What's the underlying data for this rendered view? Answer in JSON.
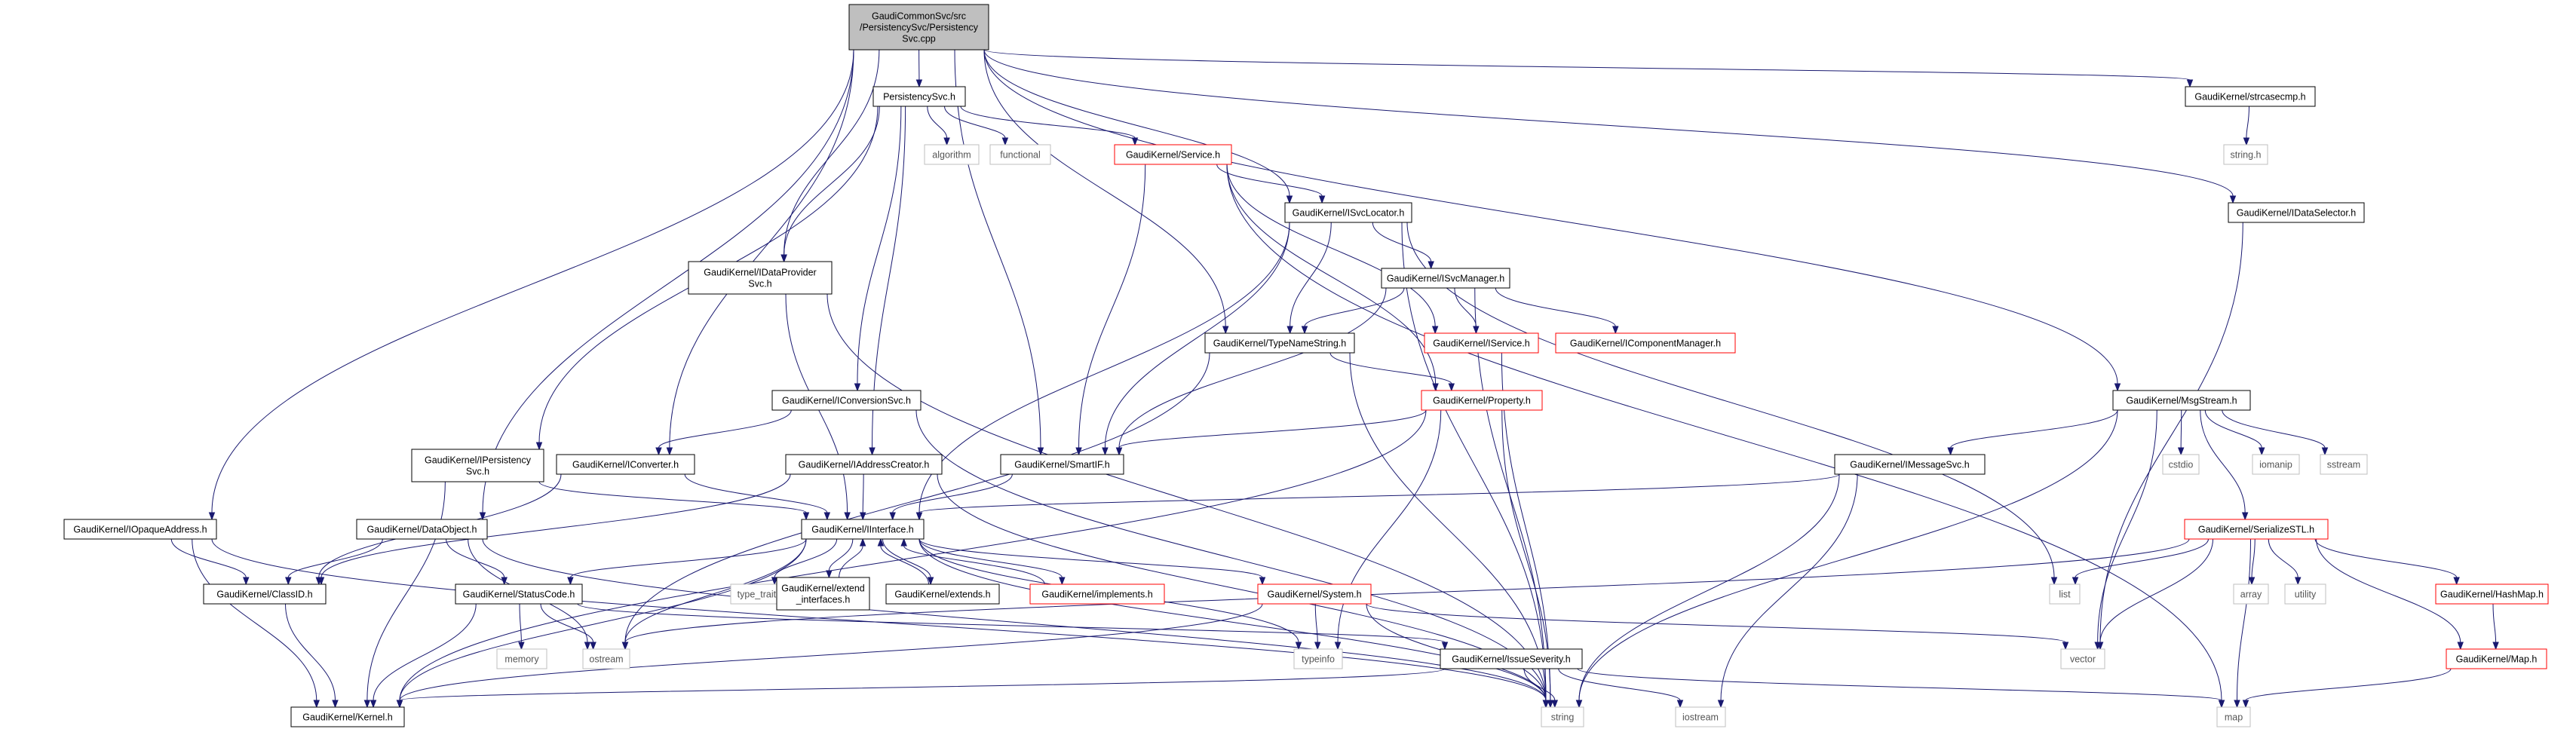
{
  "colors": {
    "edge": "#191970",
    "normal_border": "#000000",
    "missing_border": "#ff0000",
    "leaf_border": "#bfbfbf",
    "root_fill": "#bfbfbf",
    "fill": "#ffffff"
  },
  "nodes": [
    {
      "id": "root",
      "label": [
        "GaudiCommonSvc/src",
        "/PersistencySvc/Persistency",
        "Svc.cpp"
      ],
      "kind": "root"
    },
    {
      "id": "psvc",
      "label": [
        "PersistencySvc.h"
      ],
      "kind": "normal"
    },
    {
      "id": "strcasecmp",
      "label": [
        "GaudiKernel/strcasecmp.h"
      ],
      "kind": "normal"
    },
    {
      "id": "stringh",
      "label": [
        "string.h"
      ],
      "kind": "leaf"
    },
    {
      "id": "idatasel",
      "label": [
        "GaudiKernel/IDataSelector.h"
      ],
      "kind": "normal"
    },
    {
      "id": "algorithm",
      "label": [
        "algorithm"
      ],
      "kind": "leaf"
    },
    {
      "id": "functional",
      "label": [
        "functional"
      ],
      "kind": "leaf"
    },
    {
      "id": "service",
      "label": [
        "GaudiKernel/Service.h"
      ],
      "kind": "missing"
    },
    {
      "id": "isvcloc",
      "label": [
        "GaudiKernel/ISvcLocator.h"
      ],
      "kind": "normal"
    },
    {
      "id": "idataprov",
      "label": [
        "GaudiKernel/IDataProvider",
        "Svc.h"
      ],
      "kind": "normal"
    },
    {
      "id": "isvcmgr",
      "label": [
        "GaudiKernel/ISvcManager.h"
      ],
      "kind": "normal"
    },
    {
      "id": "typename",
      "label": [
        "GaudiKernel/TypeNameString.h"
      ],
      "kind": "normal"
    },
    {
      "id": "iservice",
      "label": [
        "GaudiKernel/IService.h"
      ],
      "kind": "missing"
    },
    {
      "id": "icompmgr",
      "label": [
        "GaudiKernel/IComponentManager.h"
      ],
      "kind": "missing"
    },
    {
      "id": "iconvsvc",
      "label": [
        "GaudiKernel/IConversionSvc.h"
      ],
      "kind": "normal"
    },
    {
      "id": "property",
      "label": [
        "GaudiKernel/Property.h"
      ],
      "kind": "missing"
    },
    {
      "id": "msgstream",
      "label": [
        "GaudiKernel/MsgStream.h"
      ],
      "kind": "normal"
    },
    {
      "id": "ipersist",
      "label": [
        "GaudiKernel/IPersistency",
        "Svc.h"
      ],
      "kind": "normal"
    },
    {
      "id": "iconverter",
      "label": [
        "GaudiKernel/IConverter.h"
      ],
      "kind": "normal"
    },
    {
      "id": "iaddr",
      "label": [
        "GaudiKernel/IAddressCreator.h"
      ],
      "kind": "normal"
    },
    {
      "id": "smartif",
      "label": [
        "GaudiKernel/SmartIF.h"
      ],
      "kind": "normal"
    },
    {
      "id": "imsgsvc",
      "label": [
        "GaudiKernel/IMessageSvc.h"
      ],
      "kind": "normal"
    },
    {
      "id": "cstdio",
      "label": [
        "cstdio"
      ],
      "kind": "leaf"
    },
    {
      "id": "iomanip",
      "label": [
        "iomanip"
      ],
      "kind": "leaf"
    },
    {
      "id": "sstream",
      "label": [
        "sstream"
      ],
      "kind": "leaf"
    },
    {
      "id": "iopaque",
      "label": [
        "GaudiKernel/IOpaqueAddress.h"
      ],
      "kind": "normal"
    },
    {
      "id": "dataobj",
      "label": [
        "GaudiKernel/DataObject.h"
      ],
      "kind": "normal"
    },
    {
      "id": "iinterface",
      "label": [
        "GaudiKernel/IInterface.h"
      ],
      "kind": "normal"
    },
    {
      "id": "serialize",
      "label": [
        "GaudiKernel/SerializeSTL.h"
      ],
      "kind": "missing"
    },
    {
      "id": "classid",
      "label": [
        "GaudiKernel/ClassID.h"
      ],
      "kind": "normal"
    },
    {
      "id": "statuscode",
      "label": [
        "GaudiKernel/StatusCode.h"
      ],
      "kind": "normal"
    },
    {
      "id": "typetraits",
      "label": [
        "type_traits"
      ],
      "kind": "leaf"
    },
    {
      "id": "extiface",
      "label": [
        "GaudiKernel/extend",
        "_interfaces.h"
      ],
      "kind": "normal"
    },
    {
      "id": "extends",
      "label": [
        "GaudiKernel/extends.h"
      ],
      "kind": "normal"
    },
    {
      "id": "implements",
      "label": [
        "GaudiKernel/implements.h"
      ],
      "kind": "missing"
    },
    {
      "id": "system",
      "label": [
        "GaudiKernel/System.h"
      ],
      "kind": "missing"
    },
    {
      "id": "list",
      "label": [
        "list"
      ],
      "kind": "leaf"
    },
    {
      "id": "array",
      "label": [
        "array"
      ],
      "kind": "leaf"
    },
    {
      "id": "utility",
      "label": [
        "utility"
      ],
      "kind": "leaf"
    },
    {
      "id": "hashmap",
      "label": [
        "GaudiKernel/HashMap.h"
      ],
      "kind": "missing"
    },
    {
      "id": "memory",
      "label": [
        "memory"
      ],
      "kind": "leaf"
    },
    {
      "id": "ostream",
      "label": [
        "ostream"
      ],
      "kind": "leaf"
    },
    {
      "id": "typeinfo",
      "label": [
        "typeinfo"
      ],
      "kind": "leaf"
    },
    {
      "id": "issuesev",
      "label": [
        "GaudiKernel/IssueSeverity.h"
      ],
      "kind": "normal"
    },
    {
      "id": "vector",
      "label": [
        "vector"
      ],
      "kind": "leaf"
    },
    {
      "id": "maph",
      "label": [
        "GaudiKernel/Map.h"
      ],
      "kind": "missing"
    },
    {
      "id": "kernel",
      "label": [
        "GaudiKernel/Kernel.h"
      ],
      "kind": "normal"
    },
    {
      "id": "string",
      "label": [
        "string"
      ],
      "kind": "leaf"
    },
    {
      "id": "iostream",
      "label": [
        "iostream"
      ],
      "kind": "leaf"
    },
    {
      "id": "map",
      "label": [
        "map"
      ],
      "kind": "leaf"
    }
  ],
  "edges": [
    [
      "root",
      "psvc"
    ],
    [
      "root",
      "strcasecmp"
    ],
    [
      "root",
      "idatasel"
    ],
    [
      "root",
      "isvcloc"
    ],
    [
      "root",
      "idataprov"
    ],
    [
      "root",
      "typename"
    ],
    [
      "root",
      "msgstream"
    ],
    [
      "root",
      "iconverter"
    ],
    [
      "root",
      "smartif"
    ],
    [
      "root",
      "iopaque"
    ],
    [
      "root",
      "dataobj"
    ],
    [
      "strcasecmp",
      "stringh"
    ],
    [
      "idatasel",
      "vector"
    ],
    [
      "psvc",
      "algorithm"
    ],
    [
      "psvc",
      "functional"
    ],
    [
      "psvc",
      "service"
    ],
    [
      "psvc",
      "idataprov"
    ],
    [
      "psvc",
      "iconvsvc"
    ],
    [
      "psvc",
      "ipersist"
    ],
    [
      "psvc",
      "iaddr"
    ],
    [
      "service",
      "isvcloc"
    ],
    [
      "service",
      "iservice"
    ],
    [
      "service",
      "smartif"
    ],
    [
      "service",
      "property"
    ],
    [
      "service",
      "map"
    ],
    [
      "isvcloc",
      "isvcmgr"
    ],
    [
      "isvcloc",
      "typename"
    ],
    [
      "isvcloc",
      "smartif"
    ],
    [
      "isvcloc",
      "iinterface"
    ],
    [
      "isvcloc",
      "string"
    ],
    [
      "isvcloc",
      "list"
    ],
    [
      "idataprov",
      "iinterface"
    ],
    [
      "idataprov",
      "string"
    ],
    [
      "isvcmgr",
      "iservice"
    ],
    [
      "isvcmgr",
      "icompmgr"
    ],
    [
      "isvcmgr",
      "typename"
    ],
    [
      "isvcmgr",
      "smartif"
    ],
    [
      "isvcmgr",
      "string"
    ],
    [
      "typename",
      "property"
    ],
    [
      "typename",
      "string"
    ],
    [
      "typename",
      "ostream"
    ],
    [
      "iservice",
      "string"
    ],
    [
      "property",
      "smartif"
    ],
    [
      "property",
      "string"
    ],
    [
      "property",
      "typeinfo"
    ],
    [
      "property",
      "kernel"
    ],
    [
      "iconvsvc",
      "iconverter"
    ],
    [
      "iconvsvc",
      "string"
    ],
    [
      "ipersist",
      "iinterface"
    ],
    [
      "ipersist",
      "kernel"
    ],
    [
      "iconverter",
      "iinterface"
    ],
    [
      "iconverter",
      "classid"
    ],
    [
      "iaddr",
      "iinterface"
    ],
    [
      "iaddr",
      "classid"
    ],
    [
      "iaddr",
      "string"
    ],
    [
      "smartif",
      "iinterface"
    ],
    [
      "msgstream",
      "imsgsvc"
    ],
    [
      "msgstream",
      "serialize"
    ],
    [
      "msgstream",
      "cstdio"
    ],
    [
      "msgstream",
      "iomanip"
    ],
    [
      "msgstream",
      "sstream"
    ],
    [
      "msgstream",
      "string"
    ],
    [
      "msgstream",
      "vector"
    ],
    [
      "imsgsvc",
      "iinterface"
    ],
    [
      "imsgsvc",
      "string"
    ],
    [
      "imsgsvc",
      "iostream"
    ],
    [
      "iopaque",
      "classid"
    ],
    [
      "iopaque",
      "kernel"
    ],
    [
      "iopaque",
      "string"
    ],
    [
      "dataobj",
      "classid"
    ],
    [
      "dataobj",
      "statuscode"
    ],
    [
      "dataobj",
      "string"
    ],
    [
      "dataobj",
      "ostream"
    ],
    [
      "iinterface",
      "statuscode"
    ],
    [
      "iinterface",
      "typetraits"
    ],
    [
      "iinterface",
      "extiface"
    ],
    [
      "iinterface",
      "extends"
    ],
    [
      "iinterface",
      "implements"
    ],
    [
      "iinterface",
      "system"
    ],
    [
      "iinterface",
      "typeinfo"
    ],
    [
      "iinterface",
      "ostream"
    ],
    [
      "iinterface",
      "kernel"
    ],
    [
      "iinterface",
      "string"
    ],
    [
      "extiface",
      "iinterface"
    ],
    [
      "extends",
      "iinterface"
    ],
    [
      "implements",
      "iinterface"
    ],
    [
      "serialize",
      "ostream"
    ],
    [
      "serialize",
      "list"
    ],
    [
      "serialize",
      "array"
    ],
    [
      "serialize",
      "utility"
    ],
    [
      "serialize",
      "vector"
    ],
    [
      "serialize",
      "hashmap"
    ],
    [
      "serialize",
      "maph"
    ],
    [
      "serialize",
      "map"
    ],
    [
      "hashmap",
      "maph"
    ],
    [
      "maph",
      "map"
    ],
    [
      "classid",
      "kernel"
    ],
    [
      "statuscode",
      "memory"
    ],
    [
      "statuscode",
      "ostream"
    ],
    [
      "statuscode",
      "issuesev"
    ],
    [
      "statuscode",
      "kernel"
    ],
    [
      "system",
      "typeinfo"
    ],
    [
      "system",
      "string"
    ],
    [
      "system",
      "vector"
    ],
    [
      "system",
      "kernel"
    ],
    [
      "issuesev",
      "kernel"
    ],
    [
      "issuesev",
      "string"
    ],
    [
      "issuesev",
      "iostream"
    ],
    [
      "issuesev",
      "map"
    ]
  ]
}
